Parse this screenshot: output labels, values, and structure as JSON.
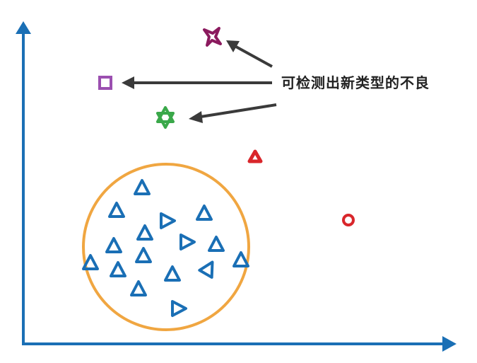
{
  "annotation": {
    "text": "可检测出新类型的不良"
  },
  "colors": {
    "axis": "#1a6fb5",
    "normal_marker": "#1a6fb5",
    "boundary_circle": "#f0a641",
    "arrow": "#3a3a3a",
    "label_text": "#222222",
    "anomaly_star4": "#8b1a5e",
    "anomaly_square": "#9b4fb0",
    "anomaly_star6": "#3aa84a",
    "anomaly_red": "#d9262b"
  },
  "icons": {
    "normal_marker": "triangle-outline",
    "star4": "four-point-star-outline",
    "square": "square-outline",
    "star6": "six-point-star-outline",
    "red_triangle": "rounded-triangle-outline",
    "red_circle": "circle-outline"
  }
}
